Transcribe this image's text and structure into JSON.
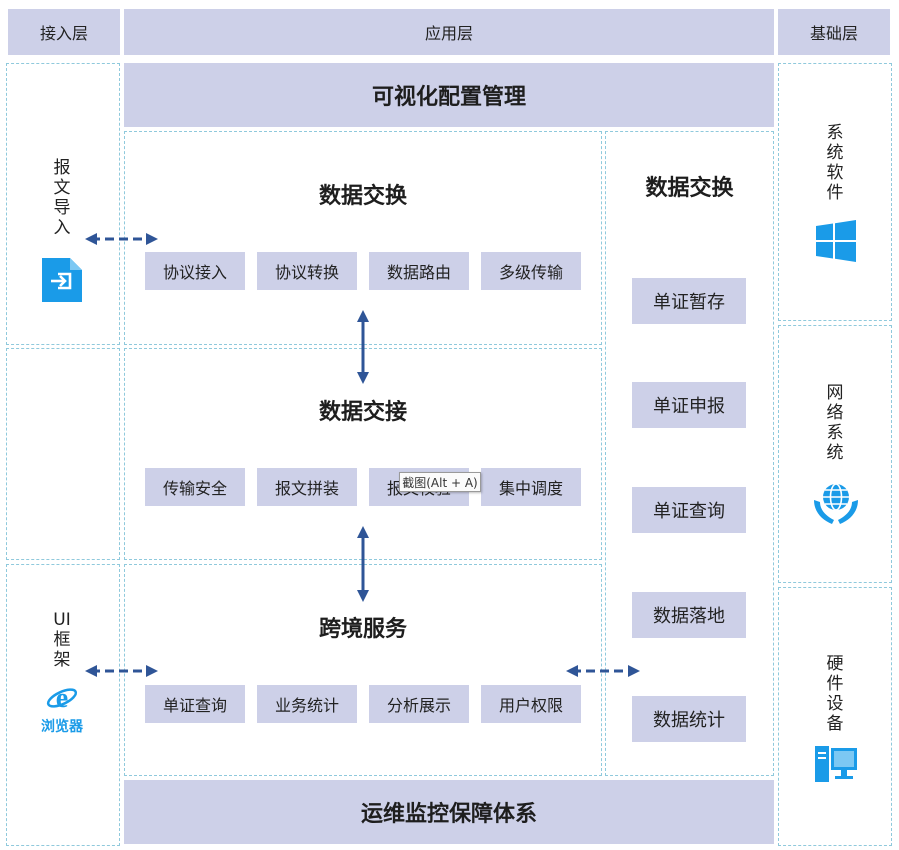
{
  "headers": {
    "access": "接入层",
    "application": "应用层",
    "foundation": "基础层"
  },
  "bands": {
    "top": "可视化配置管理",
    "bottom": "运维监控保障体系"
  },
  "left": {
    "import": {
      "chars": [
        "报",
        "文",
        "导",
        "入"
      ]
    },
    "ui": {
      "chars": [
        "UI",
        "框",
        "架"
      ],
      "browser_label": "浏览器"
    }
  },
  "sections": {
    "exchange": {
      "title": "数据交换",
      "items": [
        "协议接入",
        "协议转换",
        "数据路由",
        "多级传输"
      ]
    },
    "connect": {
      "title": "数据交接",
      "items": [
        "传输安全",
        "报文拼装",
        "报文校验",
        "集中调度"
      ]
    },
    "crossborder": {
      "title": "跨境服务",
      "items": [
        "单证查询",
        "业务统计",
        "分析展示",
        "用户权限"
      ]
    }
  },
  "right_column": {
    "title": "数据交换",
    "items": [
      "单证暂存",
      "单证申报",
      "单证查询",
      "数据落地",
      "数据统计"
    ]
  },
  "foundation": {
    "system_software": {
      "chars": [
        "系",
        "统",
        "软",
        "件"
      ]
    },
    "network": {
      "chars": [
        "网",
        "络",
        "系",
        "统"
      ]
    },
    "hardware": {
      "chars": [
        "硬",
        "件",
        "设",
        "备"
      ]
    }
  },
  "tooltip": "截图(Alt + A)",
  "colors": {
    "panel": "#cdd0e8",
    "dashed": "#8fc9dc",
    "arrow": "#2f5597",
    "icon_blue": "#1a9be8"
  }
}
